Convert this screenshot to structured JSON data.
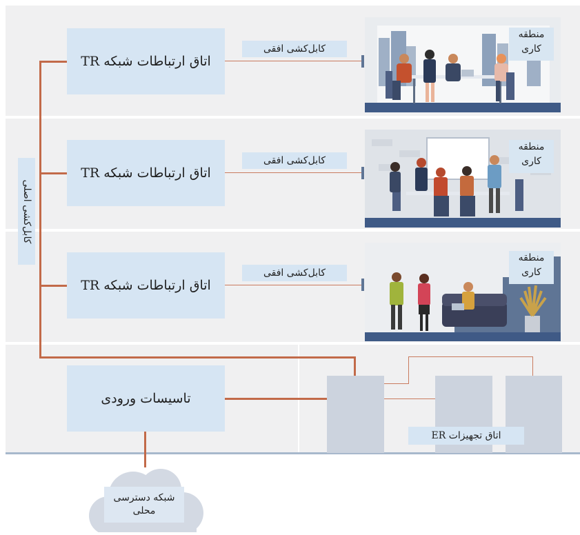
{
  "floors": [
    {
      "tr_label": "اتاق ارتباطات شبکه TR",
      "horizontal_label": "کابل‌کشی افقی",
      "work_area_line1": "منطقه",
      "work_area_line2": "کاری",
      "scene_icon": "office-meeting-illustration"
    },
    {
      "tr_label": "اتاق ارتباطات شبکه TR",
      "horizontal_label": "کابل‌کشی افقی",
      "work_area_line1": "منطقه",
      "work_area_line2": "کاری",
      "scene_icon": "presentation-illustration"
    },
    {
      "tr_label": "اتاق ارتباطات شبکه TR",
      "horizontal_label": "کابل‌کشی افقی",
      "work_area_line1": "منطقه",
      "work_area_line2": "کاری",
      "scene_icon": "lounge-illustration"
    }
  ],
  "backbone_label": "کابل‌کشی اصلی",
  "entrance_label": "تاسیسات ورودی",
  "equipment_room_label": "اتاق تجهیزات ER",
  "cloud_line1": "شبکه دسترسی",
  "cloud_line2": "محلی",
  "colors": {
    "band": "#f0f0f1",
    "box": "#d6e5f3",
    "cable": "#c26a49",
    "ground": "#a7b8cc",
    "equipment": "#ccd3de"
  }
}
